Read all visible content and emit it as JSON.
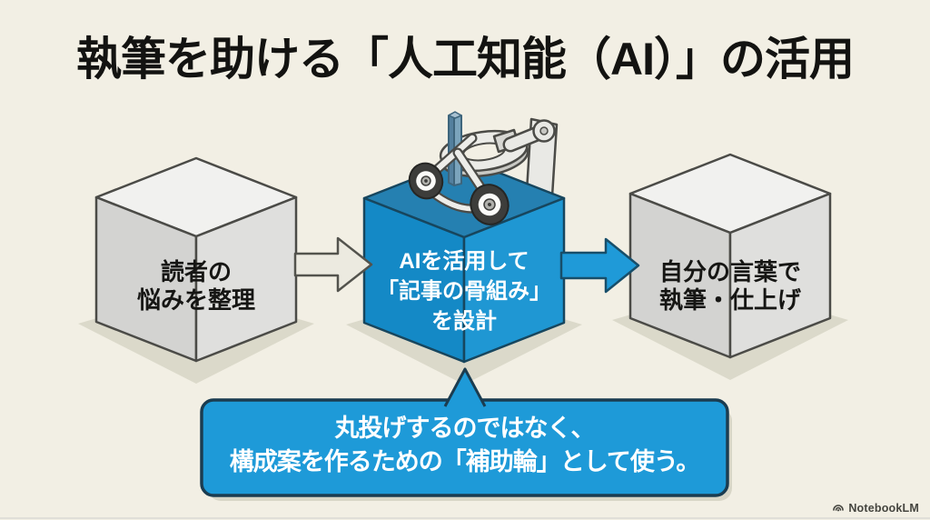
{
  "slide": {
    "title": "執筆を助ける「人工知能（AI）」の活用",
    "watermark_label": "NotebookLM"
  },
  "steps": [
    {
      "id": "step-1",
      "variant": "gray",
      "lines": [
        "読者の",
        "悩みを整理"
      ]
    },
    {
      "id": "step-2",
      "variant": "blue",
      "lines": [
        "AIを活用して",
        "「記事の骨組み」",
        "を設計"
      ]
    },
    {
      "id": "step-3",
      "variant": "gray",
      "lines": [
        "自分の言葉で",
        "執筆・仕上げ"
      ]
    }
  ],
  "arrows": [
    {
      "from": "step-1",
      "to": "step-2",
      "style": "gray"
    },
    {
      "from": "step-2",
      "to": "step-3",
      "style": "blue"
    }
  ],
  "callout": {
    "lines": [
      "丸投げするのではなく、",
      "構成案を作るための「補助輪」として使う。"
    ]
  },
  "icons": {
    "illustration": "training-wheels-with-robot-arm-icon",
    "logo": "notebooklm-logo-icon"
  },
  "colors": {
    "background": "#f2efe4",
    "accent_blue": "#1e9ad8",
    "blue_cube_top": "#2580b1",
    "blue_cube_left": "#1489c6",
    "blue_cube_right": "#1f97d3",
    "gray_cube_top": "#f1f1ef",
    "gray_cube_left": "#d3d3d1",
    "gray_cube_right": "#dfdfdd",
    "outline_dark": "#4b4b47",
    "blue_outline": "#17465e",
    "callout_border": "#1b3c50",
    "shadow": "#dbd9ca",
    "text_black": "#161614",
    "text_white": "#ffffff"
  }
}
